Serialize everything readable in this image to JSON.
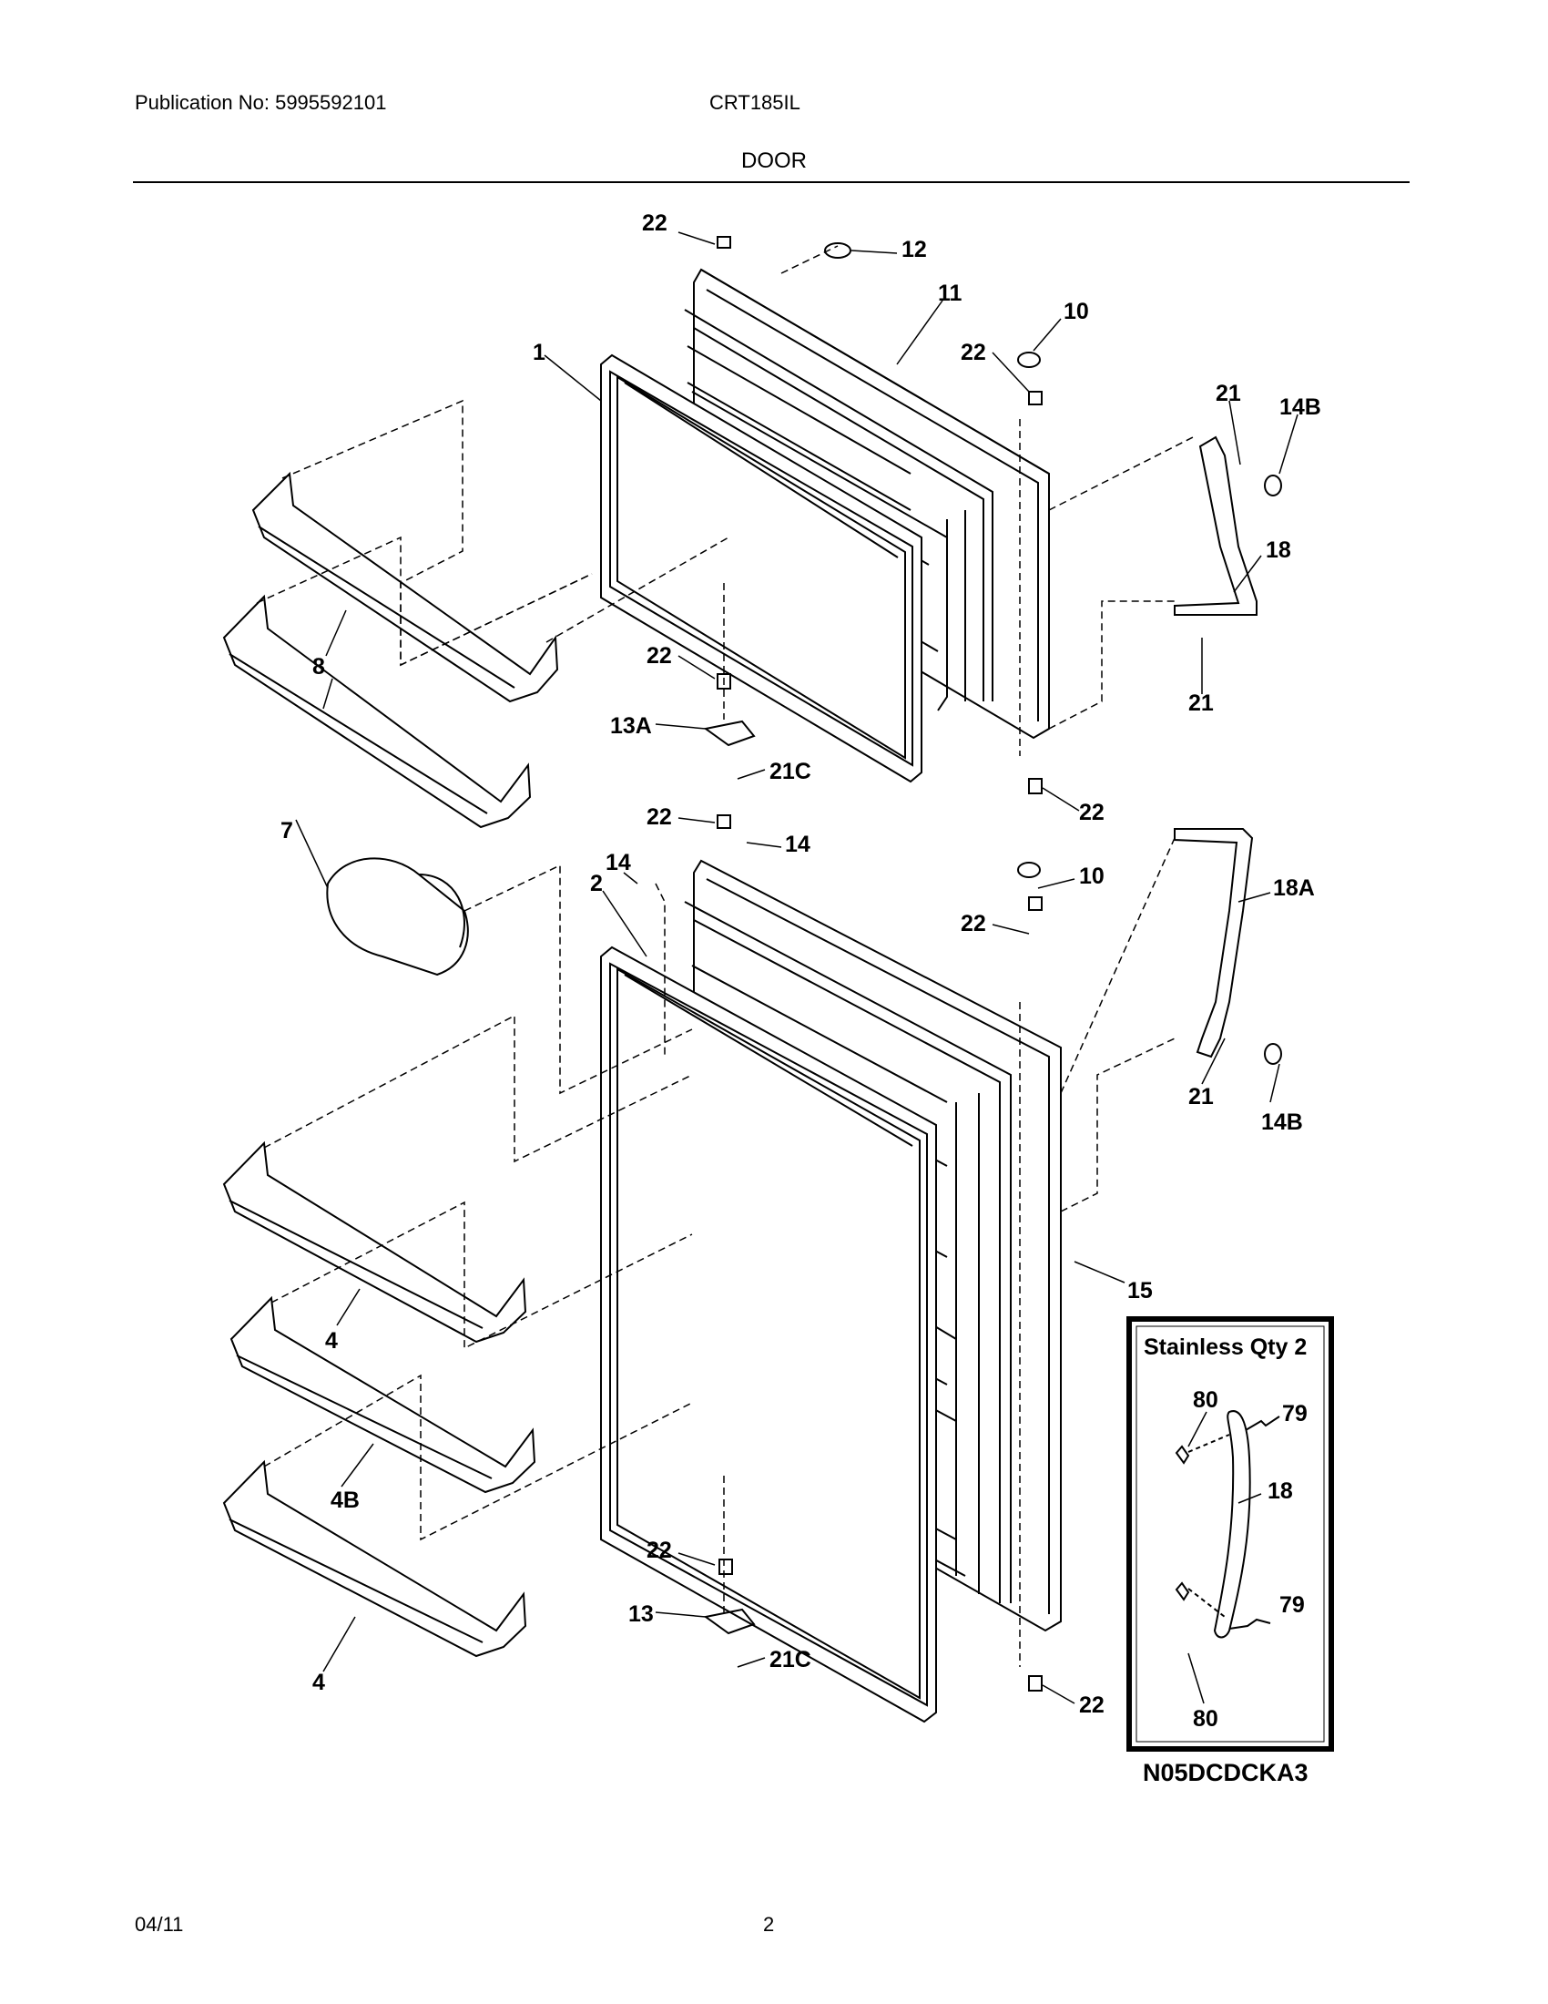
{
  "header": {
    "publication": "Publication No: 5995592101",
    "model": "CRT185IL",
    "section_title": "DOOR"
  },
  "callouts": {
    "c22a": "22",
    "c12": "12",
    "c11": "11",
    "c10a": "10",
    "c22b": "22",
    "c1": "1",
    "c21a": "21",
    "c14Ba": "14B",
    "c18a": "18",
    "c8": "8",
    "c22c": "22",
    "c21b": "21",
    "c13A": "13A",
    "c21Ca": "21C",
    "c22d": "22",
    "c22e": "22",
    "c14a": "14",
    "c7": "7",
    "c14b": "14",
    "c10b": "10",
    "c2": "2",
    "c22f": "22",
    "c18A": "18A",
    "c21c": "21",
    "c14Bb": "14B",
    "c15": "15",
    "c4a": "4",
    "c4B": "4B",
    "c22g": "22",
    "c13": "13",
    "c21Cb": "21C",
    "c4b": "4",
    "c22h": "22"
  },
  "inset": {
    "title": "Stainless  Qty 2",
    "c80a": "80",
    "c79a": "79",
    "c18": "18",
    "c79b": "79",
    "c80b": "80"
  },
  "diagram_code": "N05DCDCKA3",
  "footer": {
    "date": "04/11",
    "page": "2"
  }
}
